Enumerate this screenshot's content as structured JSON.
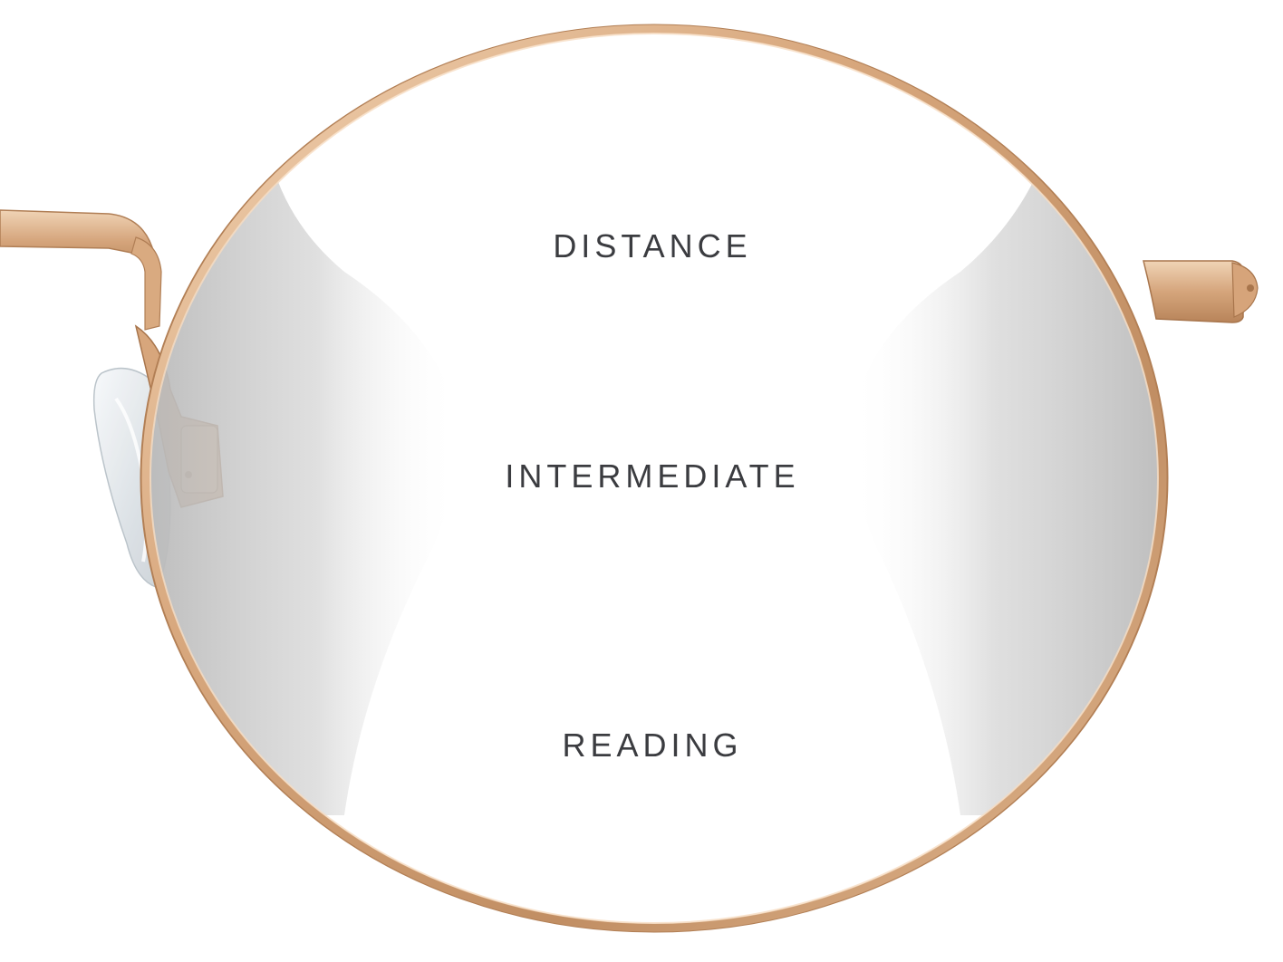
{
  "zones": {
    "distance": "DISTANCE",
    "intermediate": "INTERMEDIATE",
    "reading": "READING"
  },
  "colors": {
    "frame_gold": "#d8a87e",
    "frame_highlight": "#f3d9bd",
    "frame_shadow": "#a9764c",
    "label_text": "#3b3c40",
    "blur_zone": "#c4c4c4",
    "nose_pad": "#e8ecef"
  },
  "icons": {
    "frame": "round-metal-frame",
    "temple": "temple-arm",
    "bridge": "bridge",
    "nose_pad": "nose-pad",
    "hinge": "hinge"
  }
}
